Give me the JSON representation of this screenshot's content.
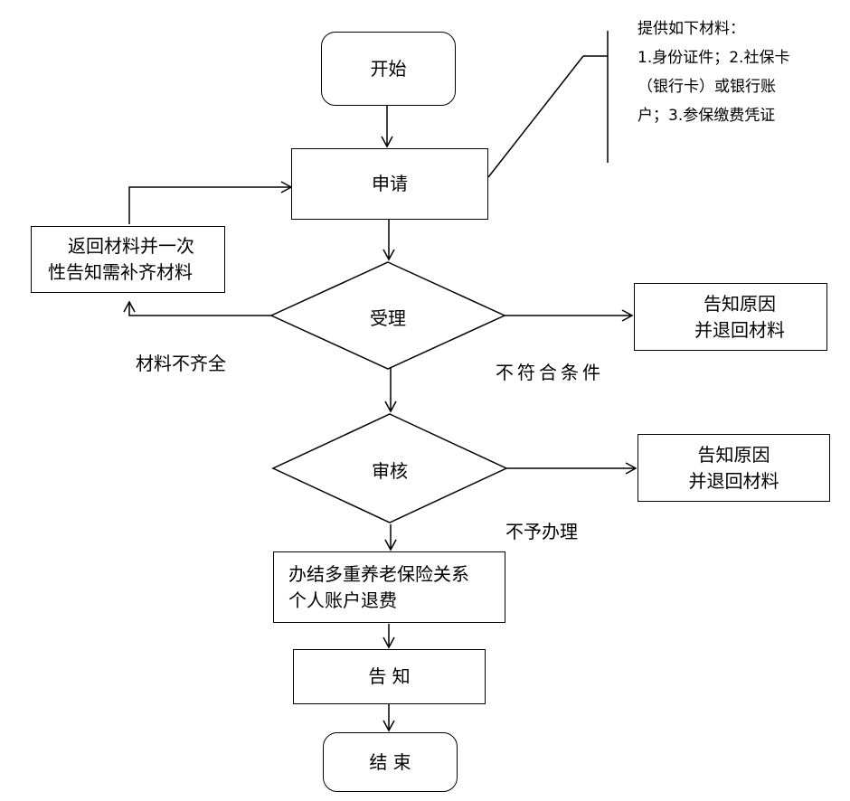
{
  "nodes": {
    "start": "开始",
    "apply": "申请",
    "accept": "受理",
    "review": "审核",
    "process": [
      "办结多重养老保险关系",
      "个人账户退费"
    ],
    "notify": "告 知",
    "end": "结 束",
    "return_once": [
      "返回材料并一次",
      "性告知需补齐材料"
    ],
    "reject_accept": [
      "告知原因",
      "并退回材料"
    ],
    "reject_review": [
      "告知原因",
      "并退回材料"
    ]
  },
  "edge_labels": {
    "incomplete": "材料不齐全",
    "not_eligible": "不符合条件",
    "not_processed": "不予办理"
  },
  "note": {
    "lines": [
      "提供如下材料：",
      "1.身份证件；2.社保卡",
      "（银行卡）或银行账",
      "户；3.参保缴费凭证"
    ]
  }
}
